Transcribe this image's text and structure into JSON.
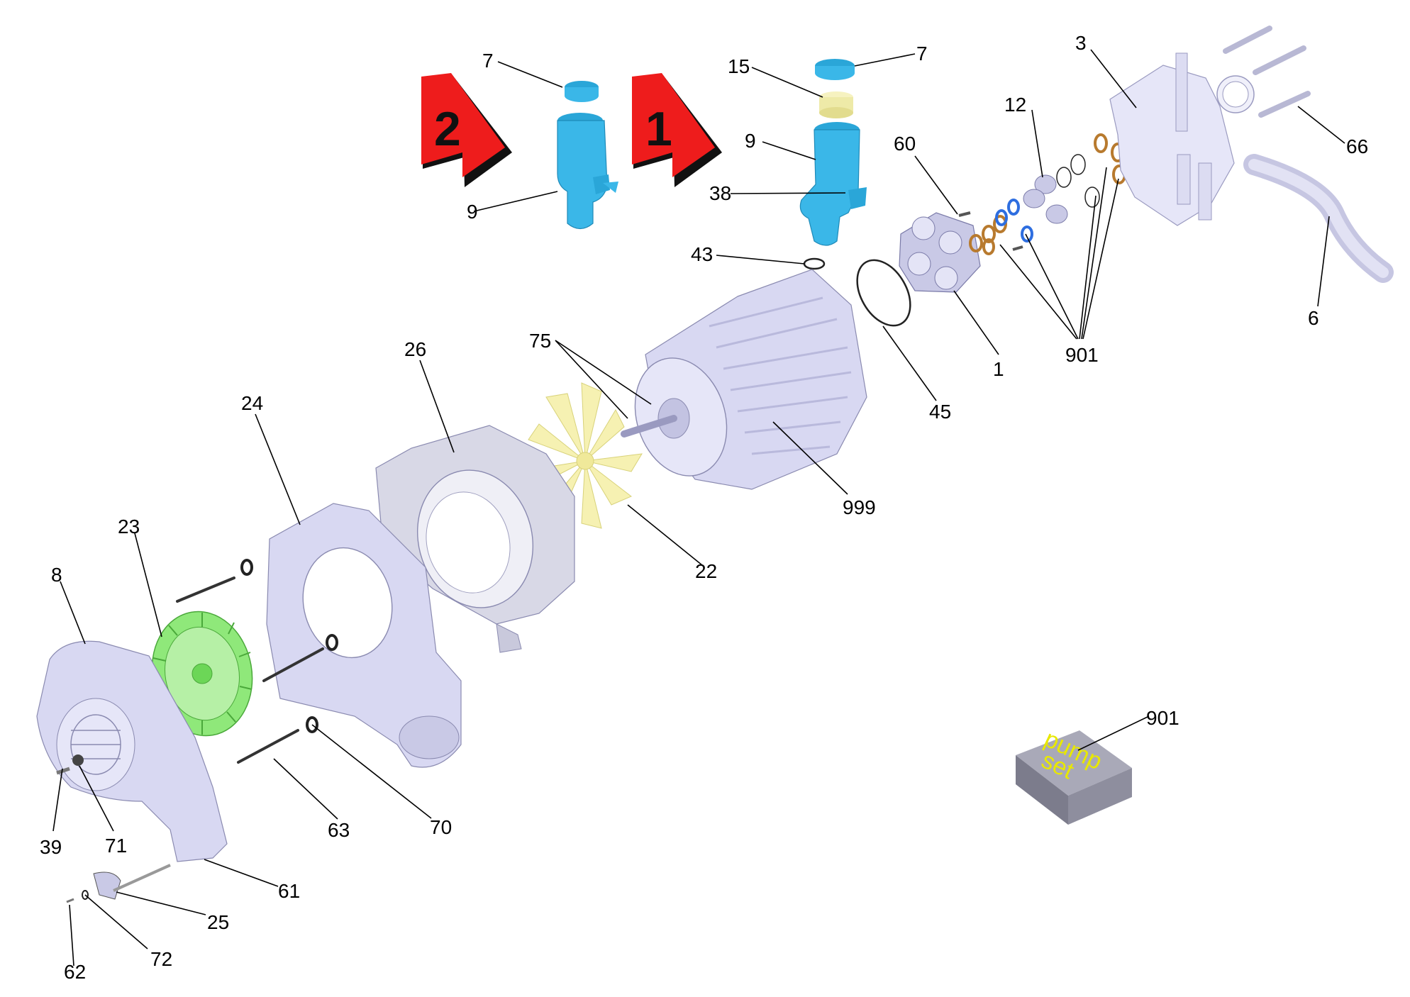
{
  "colors": {
    "background": "#ffffff",
    "housing": "#d8d8f2",
    "housing_shade": "#b9b9dc",
    "blue_part": "#3ab7e8",
    "green_wheel": "#8fe87a",
    "yellow_fan": "#f6f1b2",
    "cream_part": "#eeeaa8",
    "red_flag": "#ee1c1c",
    "pumpset_box": "#8e8e9e",
    "pumpset_text": "#e8e800",
    "bronze_ring": "#b87a2e",
    "blue_ring": "#2e6ee0"
  },
  "badges": [
    {
      "id": "variant-2",
      "text": "2"
    },
    {
      "id": "variant-1",
      "text": "1"
    }
  ],
  "part_labels": {
    "p1": "1",
    "p3": "3",
    "p6": "6",
    "p7a": "7",
    "p7b": "7",
    "p8": "8",
    "p9a": "9",
    "p9b": "9",
    "p12": "12",
    "p15": "15",
    "p22": "22",
    "p23": "23",
    "p24": "24",
    "p25": "25",
    "p26": "26",
    "p38": "38",
    "p39": "39",
    "p43": "43",
    "p45": "45",
    "p60": "60",
    "p61": "61",
    "p62": "62",
    "p63": "63",
    "p66": "66",
    "p70": "70",
    "p71": "71",
    "p72": "72",
    "p75": "75",
    "p901a": "901",
    "p901b": "901",
    "p999": "999"
  },
  "pump_set": {
    "line1": "pump",
    "line2": "set"
  }
}
